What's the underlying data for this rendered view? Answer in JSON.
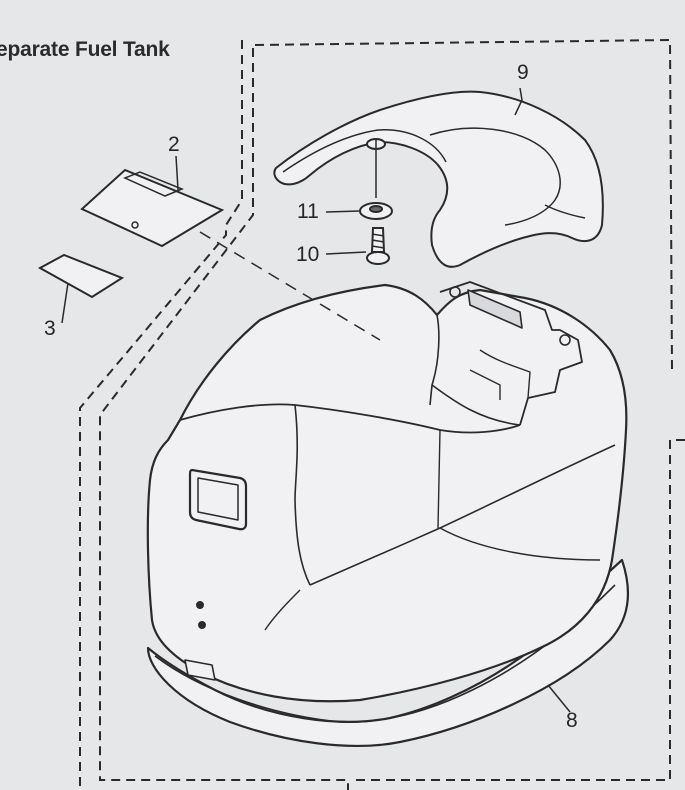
{
  "diagram": {
    "heading": "eparate Fuel Tank",
    "callouts": [
      {
        "id": "c2",
        "label": "2"
      },
      {
        "id": "c3",
        "label": "3"
      },
      {
        "id": "c8",
        "label": "8"
      },
      {
        "id": "c9",
        "label": "9"
      },
      {
        "id": "c10",
        "label": "10"
      },
      {
        "id": "c11",
        "label": "11"
      }
    ]
  },
  "colors": {
    "paper": "#e6e7e9",
    "ink": "#2a2a2a",
    "part_fill": "#f1f1f3"
  }
}
